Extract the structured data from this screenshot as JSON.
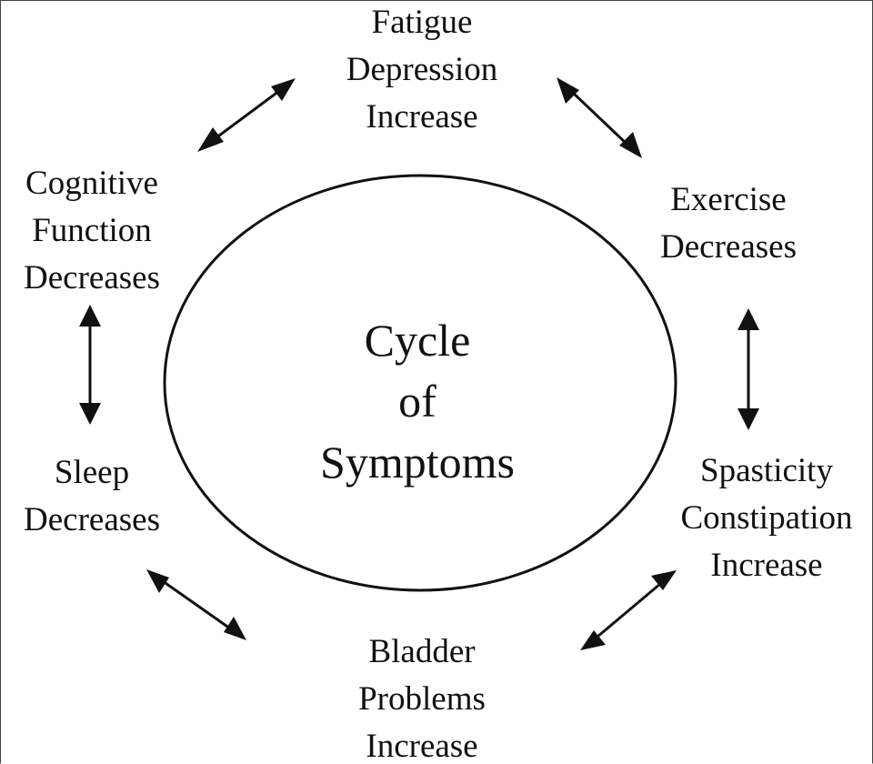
{
  "center": {
    "lines": [
      "Cycle",
      "of",
      "Symptoms"
    ]
  },
  "nodes": {
    "top": {
      "lines": [
        "Fatigue",
        "Depression",
        "Increase"
      ]
    },
    "top_right": {
      "lines": [
        "Exercise",
        "Decreases"
      ]
    },
    "bottom_right": {
      "lines": [
        "Spasticity",
        "Constipation",
        "Increase"
      ]
    },
    "bottom": {
      "lines": [
        "Bladder",
        "Problems",
        "Increase"
      ]
    },
    "bottom_left": {
      "lines": [
        "Sleep",
        "Decreases"
      ]
    },
    "top_left": {
      "lines": [
        "Cognitive",
        "Function",
        "Decreases"
      ]
    }
  },
  "connectors": [
    {
      "from": "top_left",
      "to": "top",
      "type": "bidirectional-arrow"
    },
    {
      "from": "top",
      "to": "top_right",
      "type": "bidirectional-arrow"
    },
    {
      "from": "top_right",
      "to": "bottom_right",
      "type": "bidirectional-arrow"
    },
    {
      "from": "bottom_right",
      "to": "bottom",
      "type": "bidirectional-arrow"
    },
    {
      "from": "bottom",
      "to": "bottom_left",
      "type": "bidirectional-arrow"
    },
    {
      "from": "bottom_left",
      "to": "top_left",
      "type": "bidirectional-arrow"
    }
  ],
  "colors": {
    "ink": "#111111",
    "background": "#ffffff"
  }
}
